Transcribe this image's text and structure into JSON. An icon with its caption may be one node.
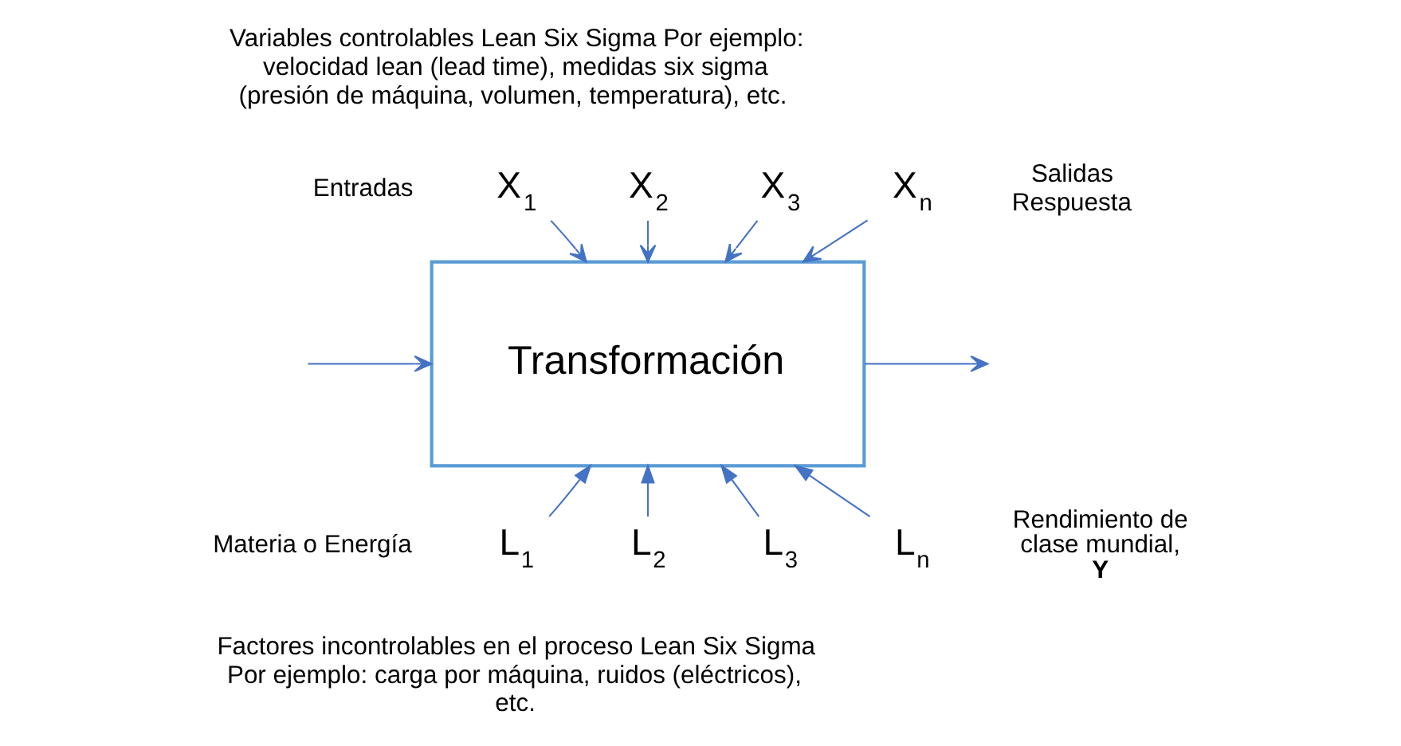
{
  "diagram": {
    "nodes": [
      {
        "text": [
          "Transformación"
        ]
      },
      {
        "text": [
          "X$_{1}$"
        ]
      },
      {
        "text": [
          "X$_{2}$"
        ]
      },
      {
        "text": [
          "X$_{3}$"
        ]
      },
      {
        "text": [
          "X$_{n}$"
        ]
      },
      {
        "text": [
          "L$_{1}$"
        ]
      },
      {
        "text": [
          "L$_{2}$"
        ]
      },
      {
        "text": [
          "L$_{3}$"
        ]
      },
      {
        "text": [
          "L$_{n}$"
        ]
      }
    ],
    "edges": [
      {
        "from": 1,
        "to": 0,
        "arrow": "to"
      },
      {
        "from": 2,
        "to": 0,
        "arrow": "to"
      },
      {
        "from": 3,
        "to": 0,
        "arrow": "to"
      },
      {
        "from": 4,
        "to": 0,
        "arrow": "to"
      },
      {
        "from": 5,
        "to": 0,
        "arrow": "to"
      },
      {
        "from": 6,
        "to": 0,
        "arrow": "to"
      },
      {
        "from": 7,
        "to": 0,
        "arrow": "to"
      },
      {
        "from": 8,
        "to": 0,
        "arrow": "to"
      },
      {
        "from": null,
        "to": 0,
        "arrow": "to"
      },
      {
        "from": 0,
        "to": null,
        "arrow": "to"
      }
    ],
    "labels": [
      "Variables controlables Lean Six Sigma Por ejemplo: velocidad lean (lead time), medidas six sigma (presión de máquina, volumen, temperatura), etc.",
      "Entradas",
      "Materia o Energía",
      "Salidas Respuesta",
      "Rendimiento de clase mundial, **Y**",
      "Factores incontrolables en el proceso Lean Six Sigma Por ejemplo: carga por máquina, ruidos (eléctricos), etc."
    ]
  }
}
